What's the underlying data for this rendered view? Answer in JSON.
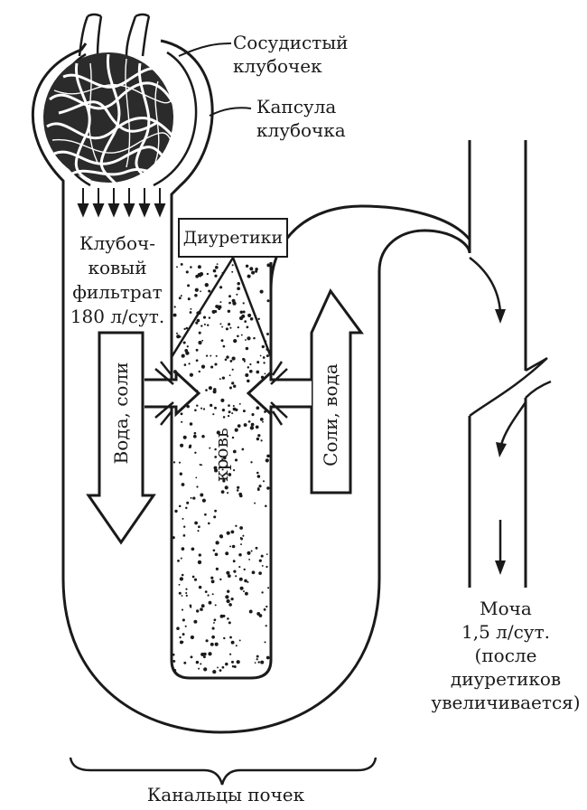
{
  "labels": {
    "glomerulus_1": "Сосудистый",
    "glomerulus_2": "клубочек",
    "capsule_1": "Капсула",
    "capsule_2": "клубочка",
    "filtrate_1": "Клубоч-",
    "filtrate_2": "ковый",
    "filtrate_3": "фильтрат",
    "filtrate_4": "180 л/сут.",
    "diuretics": "Диуретики",
    "water_salts": "Вода, соли",
    "blood": "кровь",
    "salts_water": "Соли, вода",
    "urine_1": "Моча",
    "urine_2": "1,5 л/сут.",
    "urine_3": "(после",
    "urine_4": "диуретиков",
    "urine_5": "увеличивается)",
    "tubules": "Канальцы почек"
  },
  "colors": {
    "ink": "#1a1a1a",
    "background": "#ffffff"
  }
}
